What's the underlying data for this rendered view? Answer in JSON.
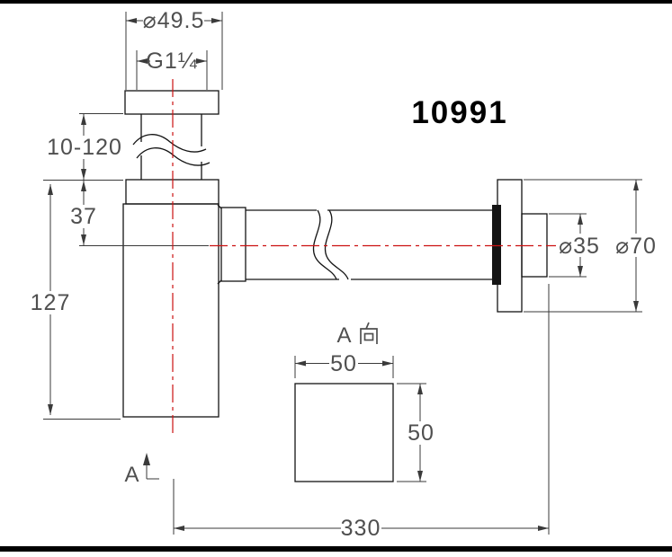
{
  "drawing": {
    "part_number": "10991",
    "view_label": {
      "letter": "A",
      "character": "向",
      "full": "A 向"
    },
    "section_marker": "A",
    "dimensions": {
      "top_flange_diameter": "⌀49.5",
      "thread_size": "G1¼",
      "adjustable_range": "10-120",
      "inlet_to_center": "37",
      "body_height": "127",
      "outlet_diameter": "⌀35",
      "wall_flange_diameter": "⌀70",
      "square_width": "50",
      "square_height": "50",
      "overall_length": "330"
    },
    "colors": {
      "outline": "#141414",
      "dimension": "#3a3a3a",
      "dimension_text": "#4f4f4f",
      "centerline": "#cc1111",
      "background": "#ffffff"
    }
  }
}
